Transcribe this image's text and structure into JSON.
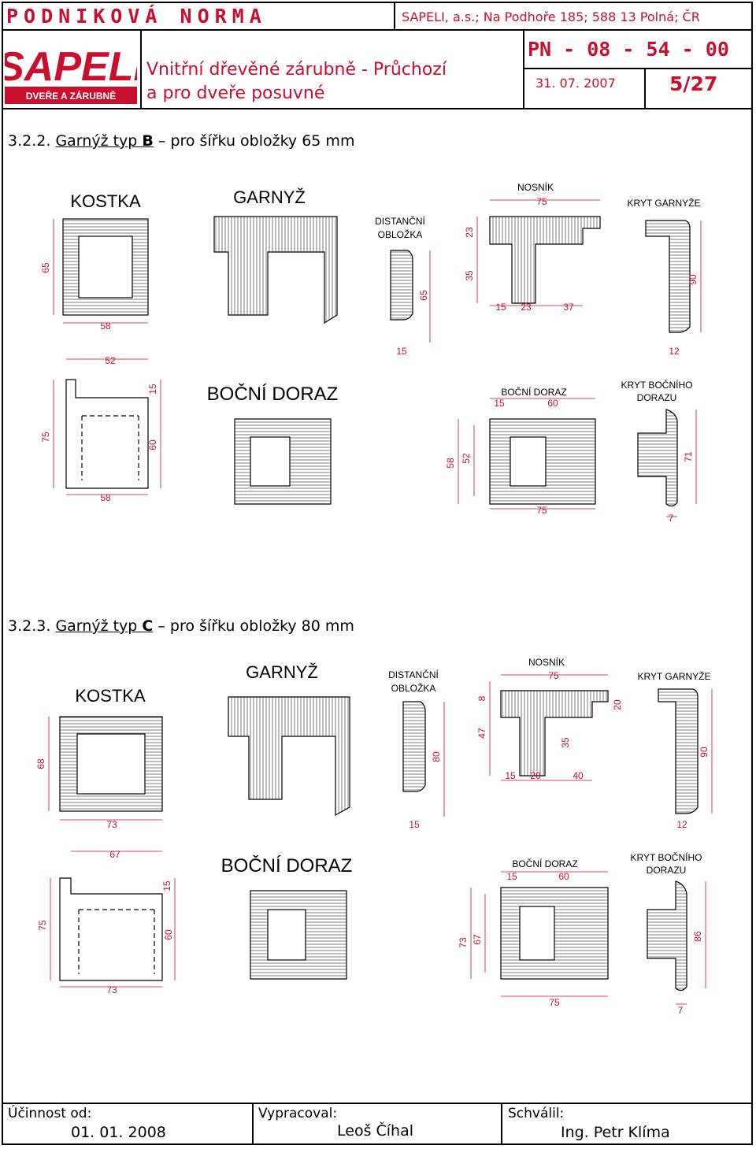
{
  "header": {
    "norma": "PODNIKOVÁ NORMA",
    "company": "SAPELI, a.s.; Na Podhoře 185; 588 13 Polná; ČR",
    "logo_text": "SAPELI",
    "logo_tagline": "DVEŘE A ZÁRUBNĚ",
    "title_line1": "Vnitřní dřevěné zárubně - Průchozí",
    "title_line2": "a pro dveře posuvné",
    "pn": "PN - 08 - 54 - 00",
    "date": "31. 07. 2007",
    "page": "5/27"
  },
  "section_b": {
    "number": "3.2.2.",
    "title_pre": "Garnýž typ ",
    "type": "B",
    "title_post": " – pro šířku obložky 65 mm",
    "labels": {
      "kostka": "KOSTKA",
      "garnyz": "GARNYŽ",
      "distancni1": "DISTANČNÍ",
      "distancni2": "OBLOŽKA",
      "nosnik": "NOSNÍK",
      "kryt_garnyze": "KRYT GARNYŽE",
      "bocni_doraz_big": "BOČNÍ DORAZ",
      "bocni_doraz_small": "BOČNÍ DORAZ",
      "kryt_bocniho1": "KRYT BOČNÍHO",
      "kryt_bocniho2": "DORAZU"
    },
    "dims": {
      "kostka_h": "65",
      "kostka_w": "58",
      "dist_h": "65",
      "dist_w": "15",
      "nosnik_w": "75",
      "nosnik_23": "23",
      "nosnik_35": "35",
      "nosnik_15": "15",
      "nosnik_23b": "23",
      "nosnik_37": "37",
      "kryt_h": "90",
      "kryt_w": "12",
      "bd_top": "52",
      "bd_15": "15",
      "bd_75": "75",
      "bd_60": "60",
      "bd_58": "58",
      "bds_15": "15",
      "bds_60": "60",
      "bds_58": "58",
      "bds_52": "52",
      "bds_75": "75",
      "kbd_71": "71",
      "kbd_7": "7"
    }
  },
  "section_c": {
    "number": "3.2.3.",
    "title_pre": "Garnýž typ ",
    "type": "C",
    "title_post": " – pro šířku obložky 80 mm",
    "labels": {
      "kostka": "KOSTKA",
      "garnyz": "GARNYŽ",
      "distancni1": "DISTANČNÍ",
      "distancni2": "OBLOŽKA",
      "nosnik": "NOSNÍK",
      "kryt_garnyze": "KRYT GARNYŽE",
      "bocni_doraz_big": "BOČNÍ DORAZ",
      "bocni_doraz_small": "BOČNÍ DORAZ",
      "kryt_bocniho1": "KRYT BOČNÍHO",
      "kryt_bocniho2": "DORAZU"
    },
    "dims": {
      "kostka_h": "68",
      "kostka_w": "73",
      "dist_h": "80",
      "dist_w": "15",
      "nosnik_w": "75",
      "nosnik_8": "8",
      "nosnik_47": "47",
      "nosnik_20": "20",
      "nosnik_35": "35",
      "nosnik_15": "15",
      "nosnik_20b": "20",
      "nosnik_40": "40",
      "kryt_h": "90",
      "kryt_w": "12",
      "bd_top": "67",
      "bd_15": "15",
      "bd_75": "75",
      "bd_60": "60",
      "bd_73": "73",
      "bds_15": "15",
      "bds_60": "60",
      "bds_73": "73",
      "bds_67": "67",
      "bds_75": "75",
      "kbd_86": "86",
      "kbd_7": "7"
    }
  },
  "footer": {
    "ucinnost_label": "Účinnost od:",
    "ucinnost_value": "01. 01. 2008",
    "vypracoval_label": "Vypracoval:",
    "vypracoval_value": "Leoš Číhal",
    "schvalil_label": "Schválil:",
    "schvalil_value": "Ing. Petr Klíma"
  },
  "colors": {
    "brand": "#c8102e",
    "dim": "#c8102e",
    "line": "#000000"
  }
}
